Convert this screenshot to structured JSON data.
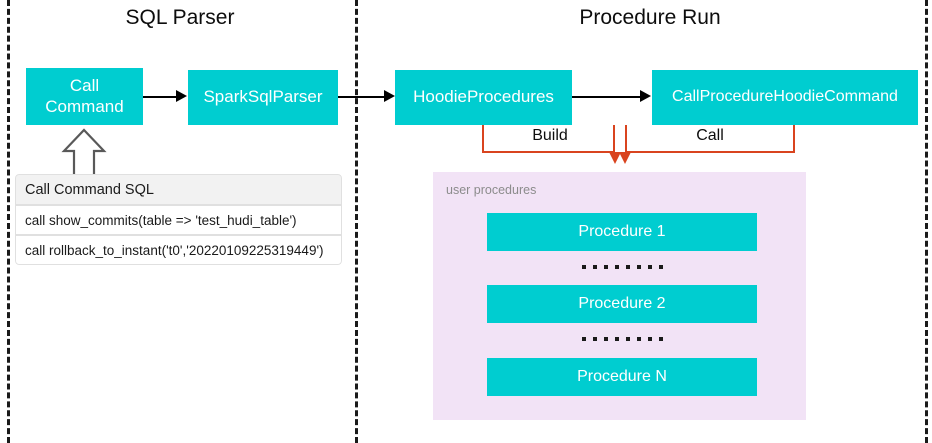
{
  "lanes": {
    "left_title": "SQL Parser",
    "right_title": "Procedure Run"
  },
  "flow": {
    "call_command": "Call\nCommand",
    "call_command_line1": "Call",
    "call_command_line2": "Command",
    "spark_sql_parser": "SparkSqlParser",
    "hoodie_procedures": "HoodieProcedures",
    "call_procedure_hoodie_command": "CallProcedureHoodieCommand"
  },
  "sql_table": {
    "header": "Call Command SQL",
    "rows": [
      "call show_commits(table => 'test_hudi_table')",
      "call rollback_to_instant('t0','20220109225319449')"
    ]
  },
  "connectors": {
    "build_label": "Build",
    "call_label": "Call"
  },
  "procedures_panel": {
    "label": "user procedures",
    "items": [
      "Procedure 1",
      "Procedure 2",
      "Procedure N"
    ],
    "ellipsis_dots": 8
  },
  "colors": {
    "teal": "#00cdd0",
    "panel_lavender": "#f2e3f6",
    "orange": "#d9441f",
    "divider": "#1a1a1a",
    "table_header_bg": "#f2f2f2",
    "label_gray": "#8c8c8c",
    "text_dark": "#0d0d0d",
    "white": "#ffffff"
  }
}
